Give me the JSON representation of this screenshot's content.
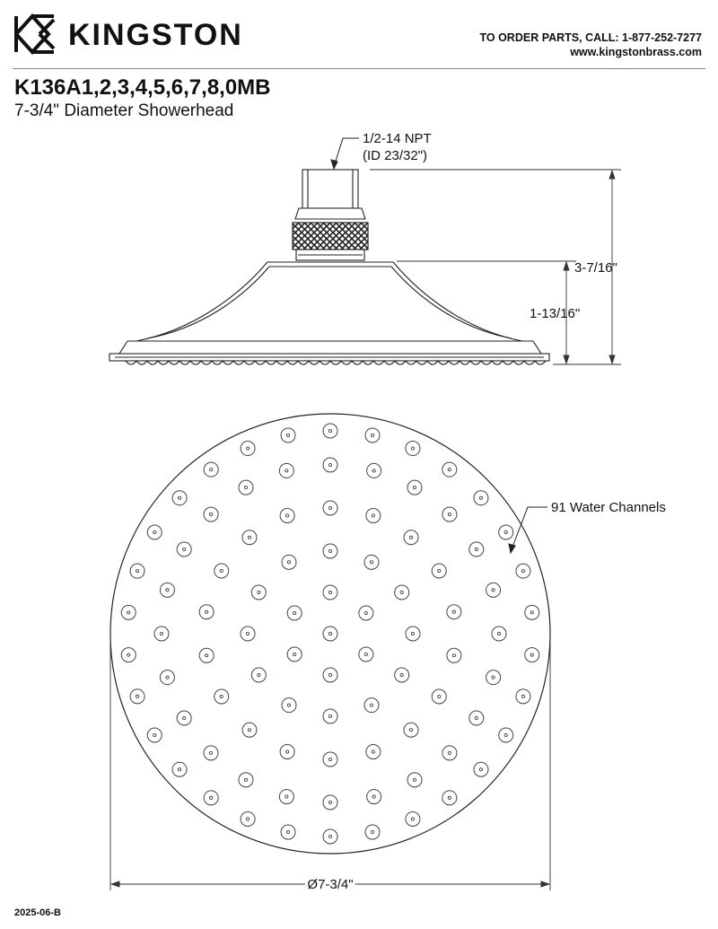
{
  "header": {
    "brand": "KINGSTON",
    "order_line": "TO ORDER PARTS, CALL: 1-877-252-7277",
    "website": "www.kingstonbrass.com"
  },
  "product": {
    "model": "K136A1,2,3,4,5,6,7,8,0MB",
    "description": "7-3/4\" Diameter Showerhead"
  },
  "dimensions": {
    "thread_line1": "1/2-14 NPT",
    "thread_line2": "(ID 23/32\")",
    "overall_height": "3-7/16\"",
    "body_height": "1-13/16\"",
    "diameter": "Ø7-3/4\"",
    "channels": "91 Water Channels"
  },
  "footer": {
    "revision": "2025-06-B"
  }
}
